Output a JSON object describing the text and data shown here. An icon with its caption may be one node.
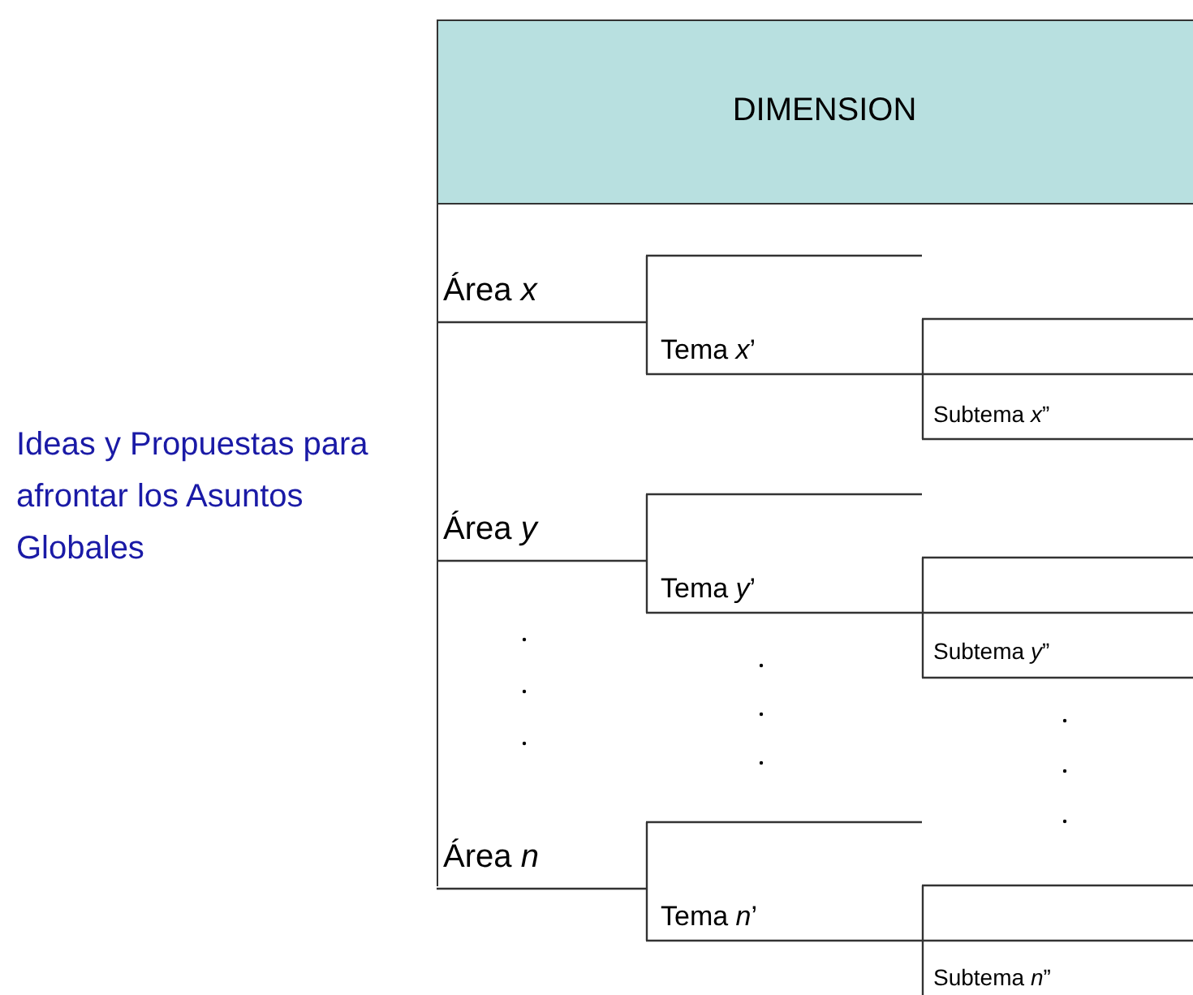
{
  "diagram": {
    "nodes": [
      {
        "text": [
          "DIMENSION"
        ]
      },
      {
        "text": [
          "Área *x*"
        ]
      },
      {
        "text": [
          "Tema *x*’"
        ]
      },
      {
        "text": [
          "Subtema *x*”"
        ]
      },
      {
        "text": [
          "Área *y*"
        ]
      },
      {
        "text": [
          "Tema *y*’"
        ]
      },
      {
        "text": [
          "Subtema *y*”"
        ]
      },
      {
        "text": [
          "Área *n*"
        ]
      },
      {
        "text": [
          "Tema *n*’"
        ]
      },
      {
        "text": [
          "Subtema *n*”"
        ]
      }
    ],
    "labels": [
      "Ideas y Propuestas para afrontar los Asuntos Globales"
    ]
  }
}
